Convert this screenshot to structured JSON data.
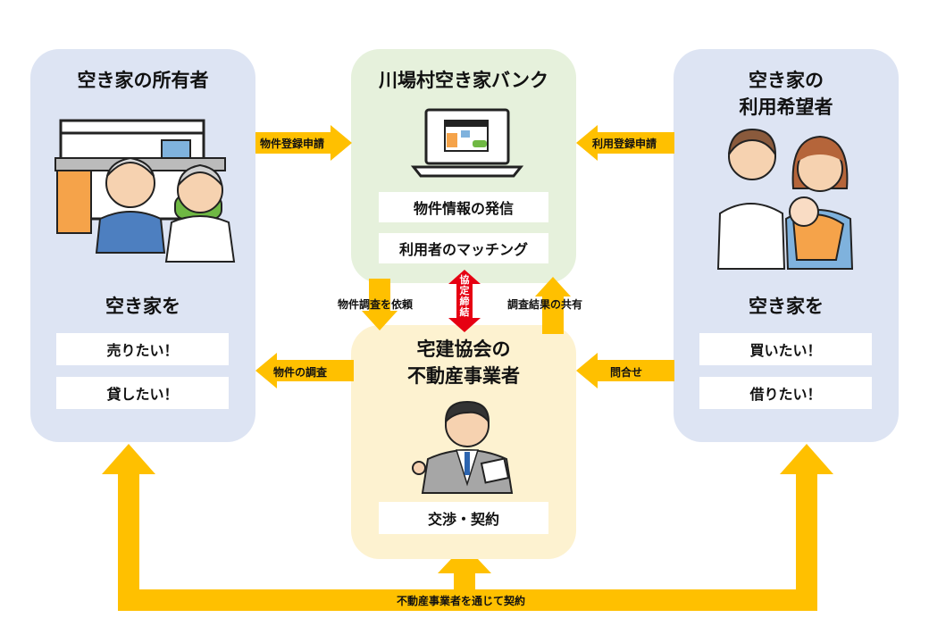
{
  "owner": {
    "title": "空き家の所有者",
    "subtitle": "空き家を",
    "options": [
      "売りたい！",
      "貸したい！"
    ]
  },
  "bank": {
    "title": "川場村空き家バンク",
    "roles": [
      "物件情報の発信",
      "利用者のマッチング"
    ]
  },
  "user": {
    "title_line1": "空き家の",
    "title_line2": "利用希望者",
    "subtitle": "空き家を",
    "options": [
      "買いたい！",
      "借りたい！"
    ]
  },
  "agent": {
    "title_line1": "宅建協会の",
    "title_line2": "不動産事業者",
    "role": "交渉・契約"
  },
  "flows": {
    "owner_to_bank": "物件登録申請",
    "user_to_bank": "利用登録申請",
    "bank_to_agent": "物件調査を依頼",
    "agreement": "協定締結",
    "agent_to_bank": "調査結果の共有",
    "agent_to_owner": "物件の調査",
    "user_to_agent": "問合せ",
    "contract": "不動産事業者を通じて契約"
  },
  "colors": {
    "arrow": "#ffc000",
    "agreement_arrow": "#e60012",
    "panel_blue": "#dde4f3",
    "panel_green": "#e6f1dc",
    "panel_yellow": "#fdf2d0"
  }
}
